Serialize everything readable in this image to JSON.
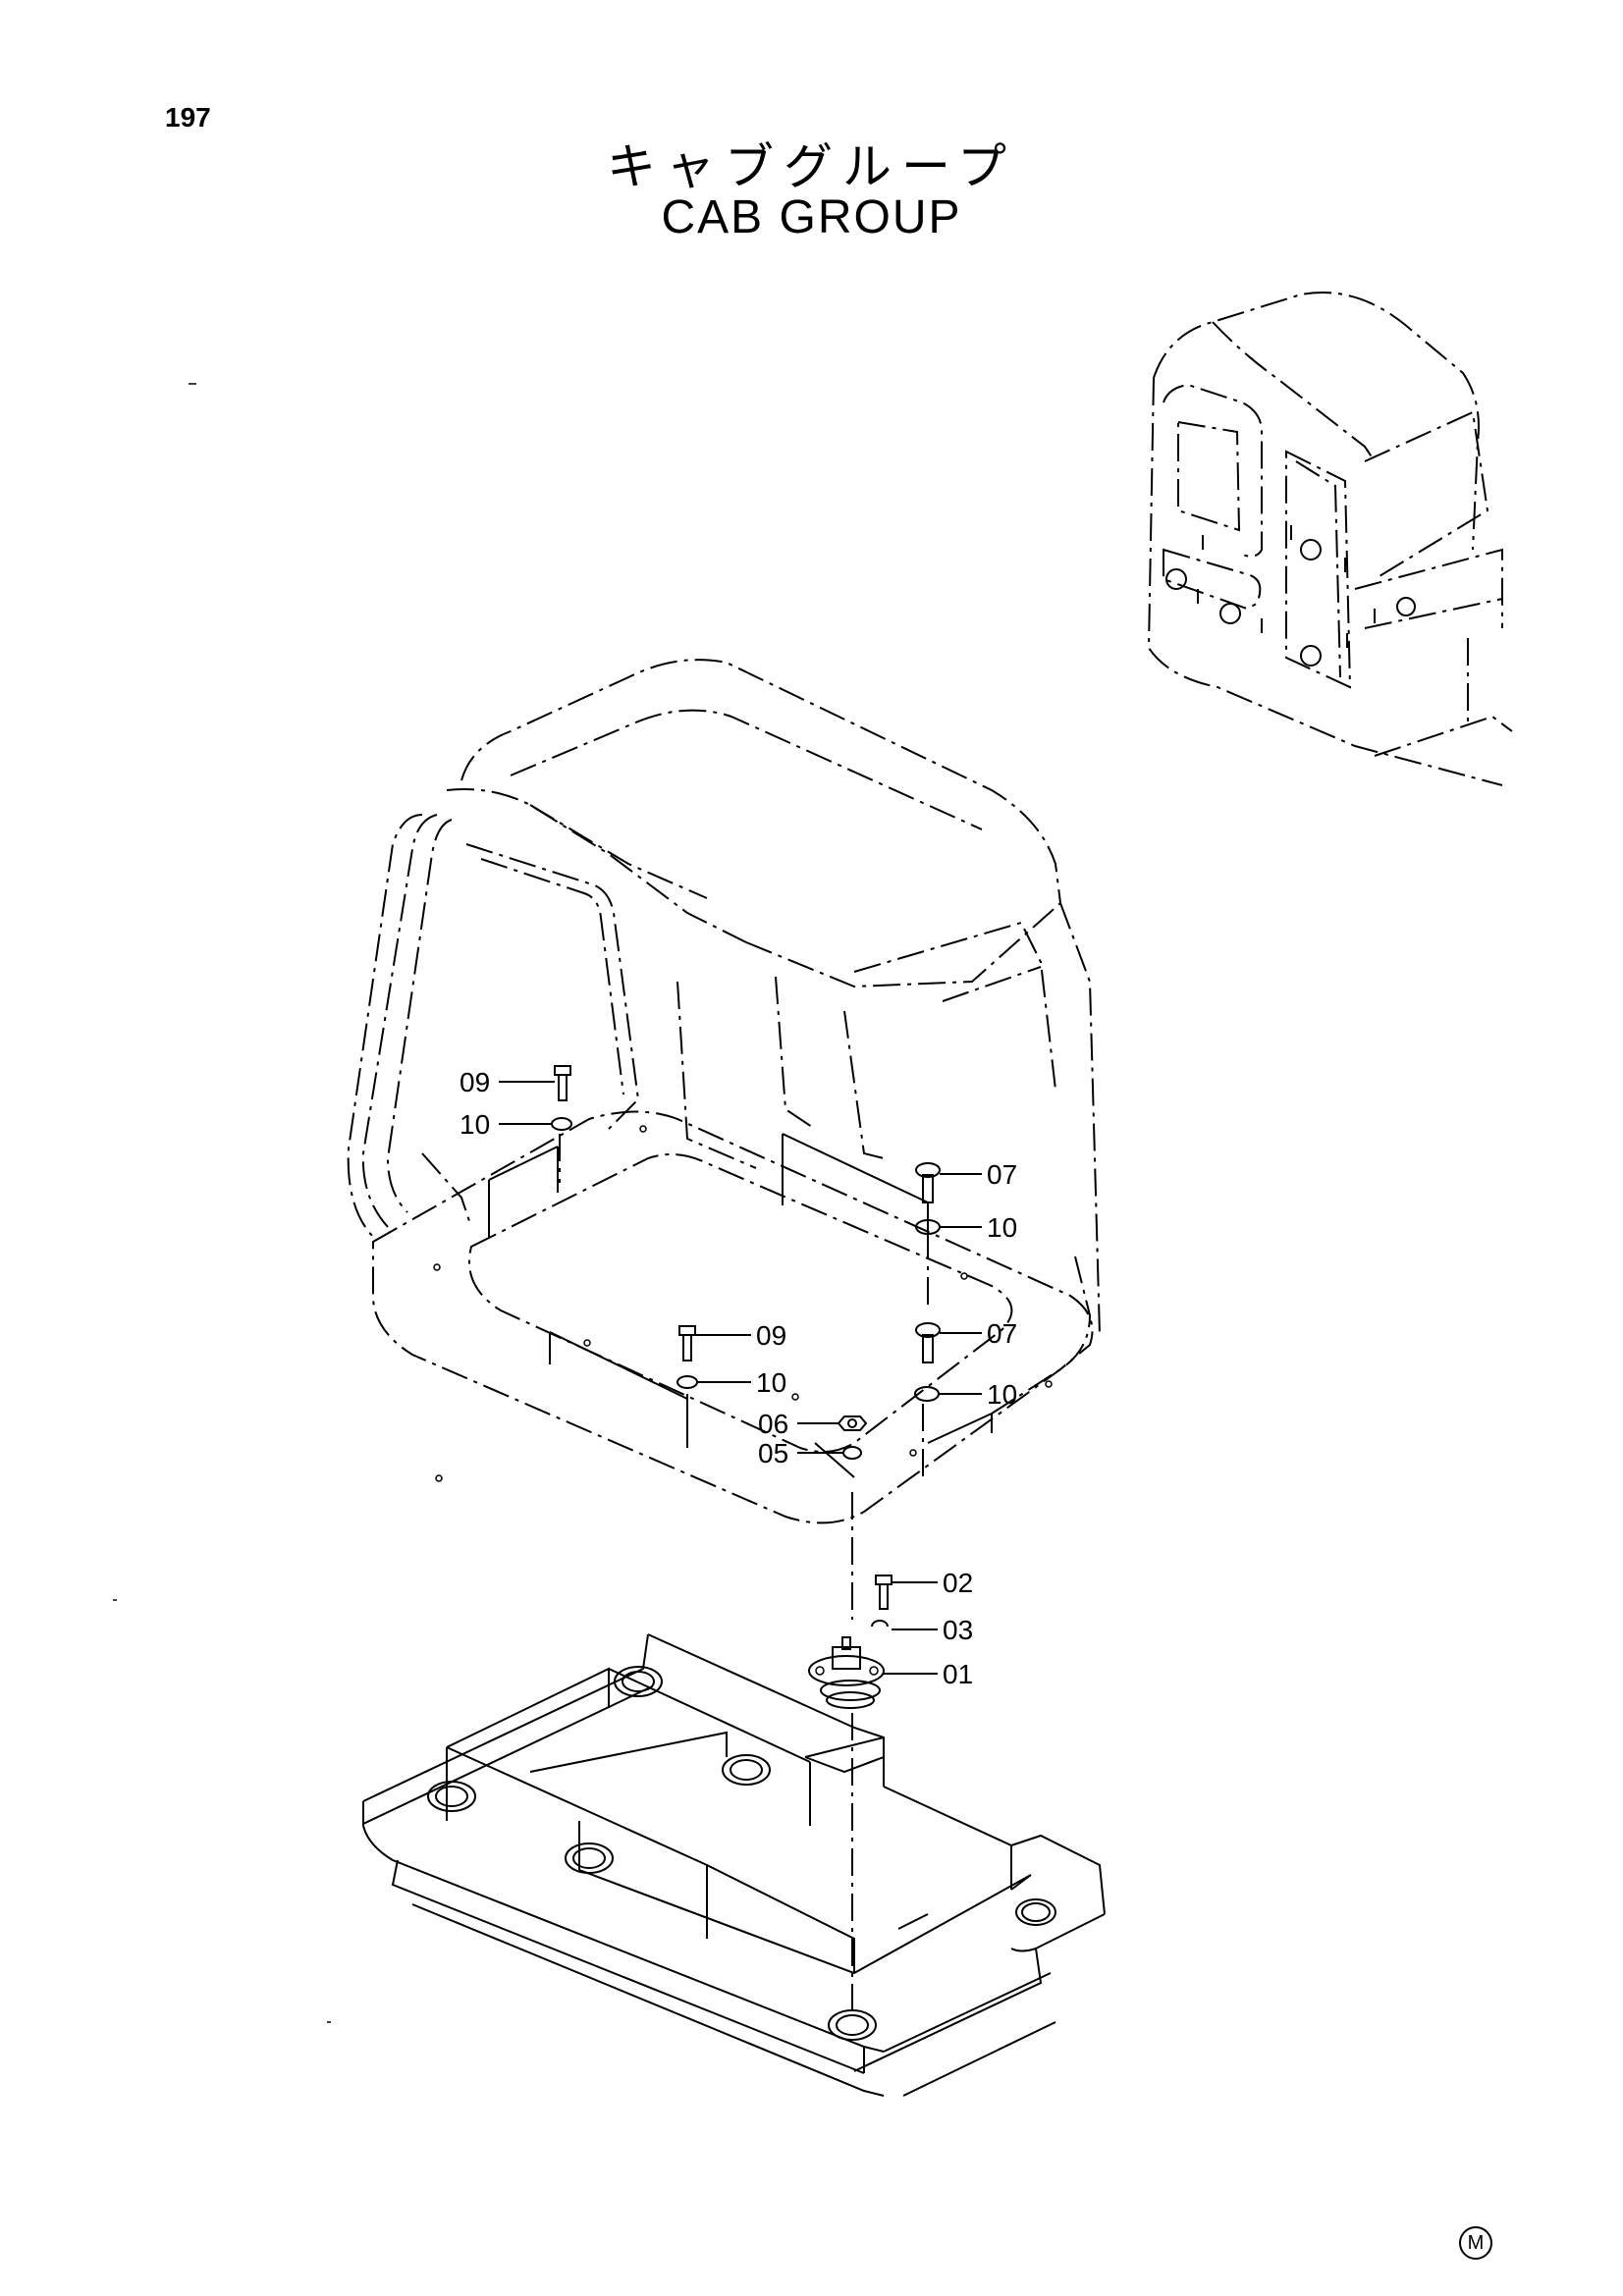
{
  "page": {
    "number": "197"
  },
  "title": {
    "japanese": "キャブグループ",
    "english": "CAB GROUP"
  },
  "footer": {
    "mark": "M"
  },
  "callouts": [
    {
      "id": "c-09a",
      "label": "09"
    },
    {
      "id": "c-10a",
      "label": "10"
    },
    {
      "id": "c-07a",
      "label": "07"
    },
    {
      "id": "c-10b",
      "label": "10"
    },
    {
      "id": "c-09b",
      "label": "09"
    },
    {
      "id": "c-10c",
      "label": "10"
    },
    {
      "id": "c-07b",
      "label": "07"
    },
    {
      "id": "c-10d",
      "label": "10"
    },
    {
      "id": "c-06",
      "label": "06"
    },
    {
      "id": "c-05",
      "label": "05"
    },
    {
      "id": "c-02",
      "label": "02"
    },
    {
      "id": "c-03",
      "label": "03"
    },
    {
      "id": "c-01",
      "label": "01"
    }
  ]
}
